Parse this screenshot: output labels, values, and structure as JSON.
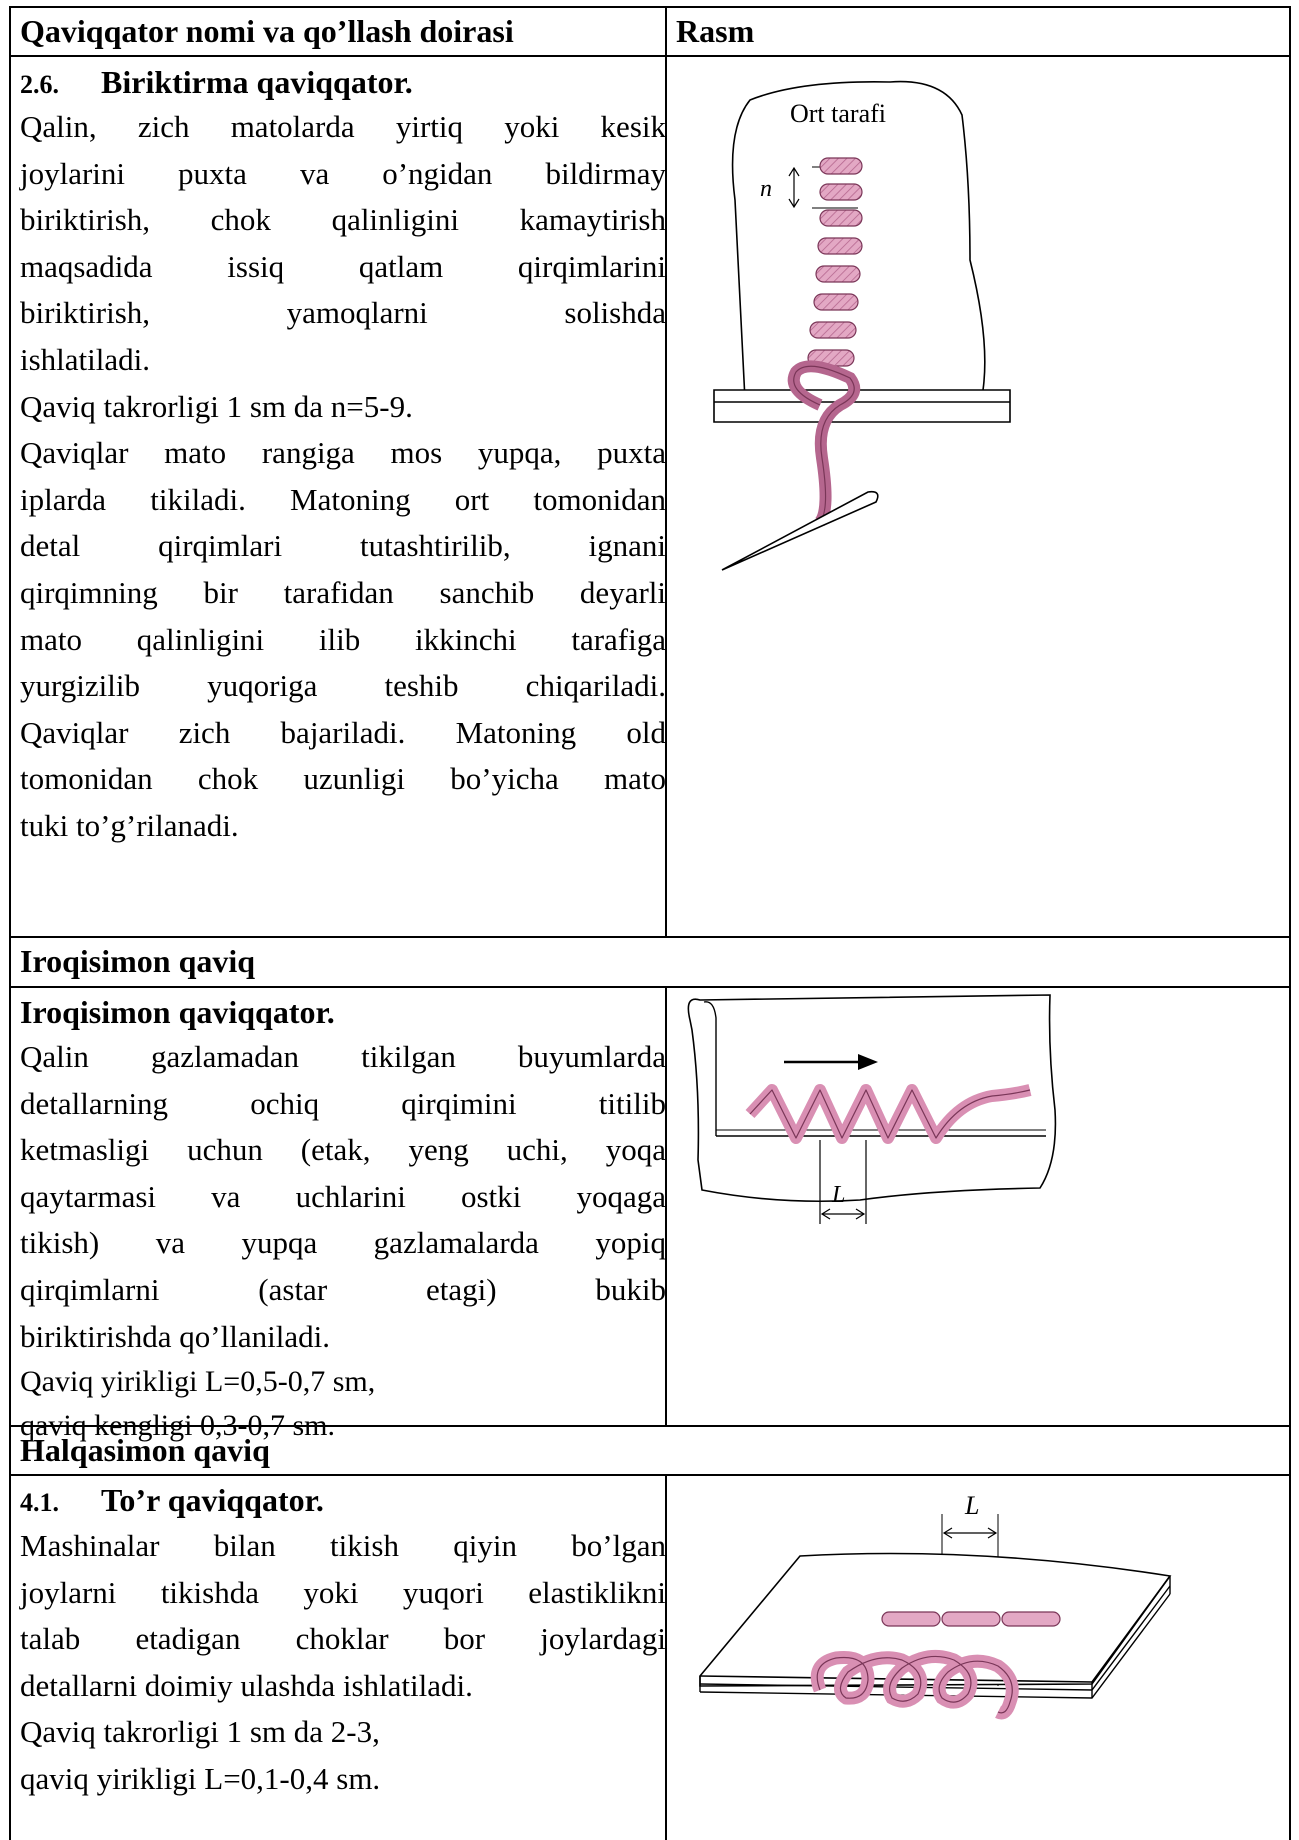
{
  "header": {
    "col1": "Qaviqqator nomi va qo’llash doirasi",
    "col2": "Rasm"
  },
  "sections": [
    {
      "number": "2.6.",
      "title": "Biriktirma qaviqqator.",
      "lines": [
        "Qalin, zich matolarda yirtiq yoki kesik",
        "joylarini puxta va o’ngidan bildirmay",
        "biriktirish, chok qalinligini kamaytirish",
        "maqsadida issiq qatlam qirqimlarini",
        "biriktirish, yamoqlarni solishda",
        "ishlatiladi.",
        "Qaviq takrorligi 1 sm da n=5-9.",
        "Qaviqlar mato rangiga mos yupqa, puxta",
        "iplarda tikiladi. Matoning ort tomonidan",
        "detal qirqimlari tutashtirilib, ignani",
        "qirqimning bir tarafidan sanchib deyarli",
        "mato qalinligini ilib ikkinchi tarafiga",
        "yurgizilib yuqoriga teshib chiqariladi.",
        "Qaviqlar zich bajariladi. Matoning old",
        "tomonidan chok uzunligi bo’yicha mato",
        "tuki to’g’rilanadi."
      ],
      "figure": {
        "label": "Ort tarafi",
        "dim": "n"
      }
    },
    {
      "group": "Iroqisimon qaviq",
      "title": "Iroqisimon qaviqqator.",
      "lines": [
        "Qalin gazlamadan tikilgan buyumlarda",
        "detallarning ochiq qirqimini titilib",
        "ketmasligi uchun (etak, yeng uchi, yoqa",
        "qaytarmasi va uchlarini ostki yoqaga",
        "tikish) va yupqa gazlamalarda yopiq",
        "qirqimlarni (astar etagi) bukib",
        "biriktirishda qo’llaniladi.",
        "Qaviq yirikligi L=0,5-0,7 sm,",
        "qaviq kengligi 0,3-0,7 sm."
      ],
      "figure": {
        "dim": "L"
      }
    },
    {
      "group": "Halqasimon qaviq",
      "number": "4.1.",
      "title": "To’r qaviqqator.",
      "lines": [
        "Mashinalar bilan tikish qiyin bo’lgan",
        "joylarni tikishda yoki yuqori elastiklikni",
        "talab etadigan choklar bor joylardagi",
        "detallarni doimiy ulashda ishlatiladi.",
        "Qaviq takrorligi 1 sm da 2-3,",
        "qaviq yirikligi L=0,1-0,4 sm."
      ],
      "figure": {
        "dim": "L"
      }
    }
  ]
}
